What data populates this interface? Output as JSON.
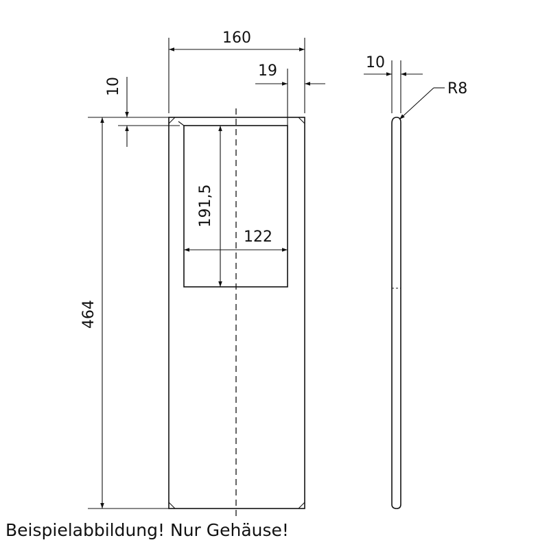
{
  "dimensions": {
    "width": "160",
    "side_offset": "19",
    "top_offset": "10",
    "window_height": "191,5",
    "window_width": "122",
    "total_height": "464",
    "thickness": "10",
    "radius": "R8"
  },
  "caption": "Beispielabbildung! Nur Gehäuse!"
}
